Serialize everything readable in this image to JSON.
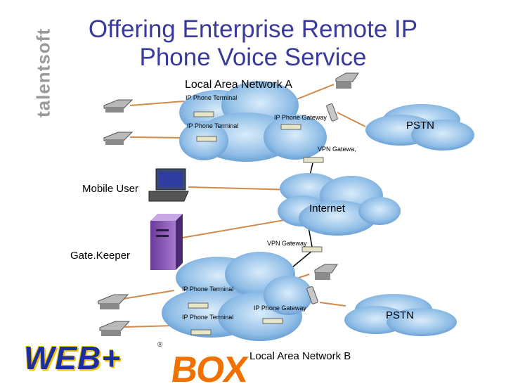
{
  "title": {
    "line1": "Offering  Enterprise Remote IP",
    "line2": "Phone Voice  Service"
  },
  "side_brand": "talentsoft",
  "lan_a": {
    "name": "Local Area Network A",
    "terminal_1": "IP Phone Terminal",
    "terminal_2": "IP Phone Terminal",
    "gateway": "IP Phone Gateway",
    "vpn_gateway": "VPN Gatewa,"
  },
  "pstn_a": "PSTN",
  "mobile_user": "Mobile User",
  "internet": "Internet",
  "vpn_gateway_b": "VPN Gateway",
  "gatekeeper": "Gate.Keeper",
  "lan_b": {
    "name": "Local Area Network B",
    "terminal_1": "IP Phone Terminal",
    "terminal_2": "IP Phone Terminal",
    "gateway": "IP Phone Gateway"
  },
  "pstn_b": "PSTN",
  "logo": {
    "web": "WEB+",
    "reg": "®",
    "box": "BOX"
  },
  "colors": {
    "cloud": "#8fbde6",
    "link": "#d08a4a",
    "title": "#3a3a9a",
    "logo_blue": "#1c2fa0",
    "logo_orange": "#f07000"
  }
}
